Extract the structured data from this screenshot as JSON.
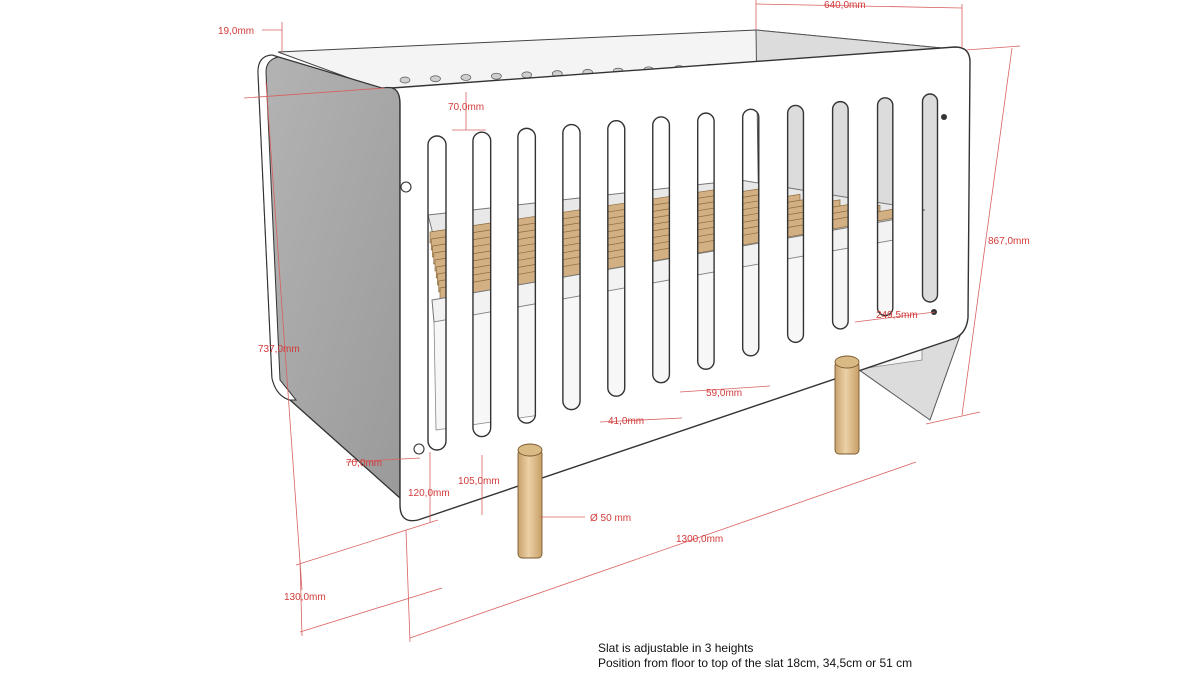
{
  "dimensions": {
    "panel_thickness": "19,0mm",
    "depth": "640,0mm",
    "top_rail": "70,0mm",
    "total_height": "867,0mm",
    "frame_height": "737,0mm",
    "headboard_gap": "249,5mm",
    "slat_gap": "59,0mm",
    "slat_width": "41,0mm",
    "bottom_rail": "70,0mm",
    "bottom_120": "120,0mm",
    "bottom_105": "105,0mm",
    "leg_diameter": "Ø 50 mm",
    "length": "1300,0mm",
    "leg_height": "130,0mm"
  },
  "caption": {
    "line1": "Slat is adjustable in 3 heights",
    "line2": "Position from floor to top of the slat 18cm, 34,5cm or 51 cm"
  },
  "colors": {
    "dimension": "#d23a3a",
    "panel_side": "#a8a8a8",
    "panel_front": "#ffffff",
    "wood": "#d2b083",
    "leg": "#e2c595",
    "outline": "#333333"
  }
}
